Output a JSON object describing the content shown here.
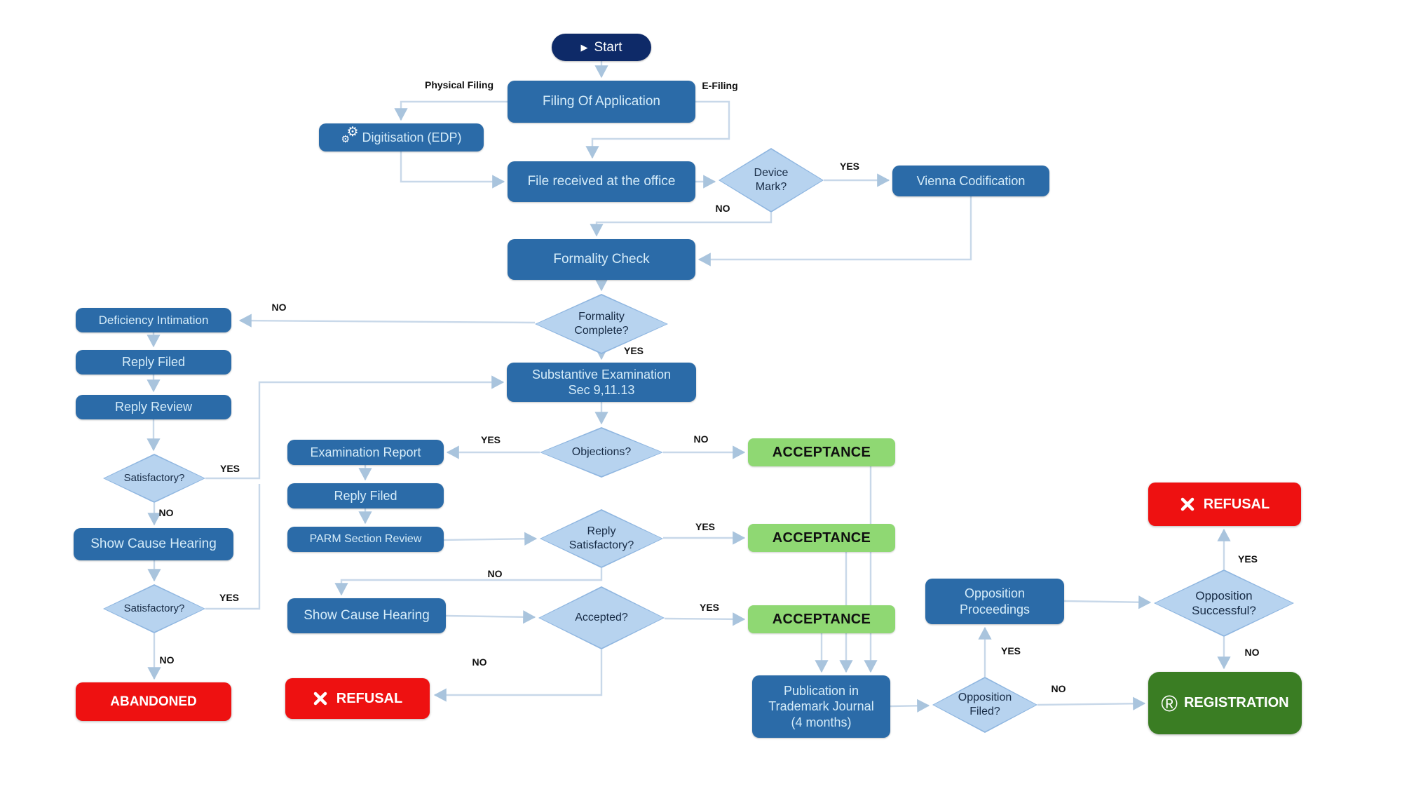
{
  "colors": {
    "start_navy": "#0e2a68",
    "node_blue": "#2b6ba8",
    "node_text": "#d5ecf9",
    "diamond_fill": "#b7d3ef",
    "diamond_edge": "#8fb6e0",
    "diamond_text": "#182c46",
    "green_light": "#8fd873",
    "green_dark": "#3a7d23",
    "red": "#ee1111",
    "line": "#c8d8e9",
    "arrow": "#a9c4dd",
    "label_text": "#111111"
  },
  "icons": {
    "play": "▶",
    "gear": "⚙",
    "registered": "®"
  },
  "nodes": {
    "start": {
      "label": "Start"
    },
    "filing": {
      "label": "Filing Of Application"
    },
    "digitisation": {
      "label": "Digitisation (EDP)"
    },
    "file_received": {
      "label": "File received at the office"
    },
    "device_mark": {
      "label": "Device\nMark?"
    },
    "vienna": {
      "label": "Vienna Codification"
    },
    "formality_check": {
      "label": "Formality Check"
    },
    "formality_complete": {
      "label": "Formality\nComplete?"
    },
    "deficiency": {
      "label": "Deficiency Intimation"
    },
    "reply_filed_left": {
      "label": "Reply Filed"
    },
    "reply_review": {
      "label": "Reply Review"
    },
    "satisfactory1": {
      "label": "Satisfactory?"
    },
    "show_cause_left": {
      "label": "Show Cause Hearing"
    },
    "satisfactory2": {
      "label": "Satisfactory?"
    },
    "abandoned": {
      "label": "ABANDONED"
    },
    "substantive": {
      "label": "Substantive Examination\nSec 9,11.13"
    },
    "objections": {
      "label": "Objections?"
    },
    "exam_report": {
      "label": "Examination Report"
    },
    "reply_filed_mid": {
      "label": "Reply Filed"
    },
    "parm": {
      "label": "PARM Section Review"
    },
    "reply_satisfactory": {
      "label": "Reply\nSatisfactory?"
    },
    "acceptance1": {
      "label": "ACCEPTANCE"
    },
    "acceptance2": {
      "label": "ACCEPTANCE"
    },
    "show_cause_mid": {
      "label": "Show Cause Hearing"
    },
    "accepted": {
      "label": "Accepted?"
    },
    "acceptance3": {
      "label": "ACCEPTANCE"
    },
    "refusal_mid": {
      "label": "REFUSAL"
    },
    "publication": {
      "label": "Publication in\nTrademark Journal\n(4 months)"
    },
    "opposition_filed": {
      "label": "Opposition\nFiled?"
    },
    "opposition_proceedings": {
      "label": "Opposition\nProceedings"
    },
    "opposition_successful": {
      "label": "Opposition\nSuccessful?"
    },
    "refusal_top": {
      "label": "REFUSAL"
    },
    "registration": {
      "label": "REGISTRATION"
    }
  },
  "edge_labels": {
    "physical_filing": "Physical Filing",
    "e_filing": "E-Filing",
    "device_yes": "YES",
    "device_no": "NO",
    "formality_no": "NO",
    "formality_yes": "YES",
    "sat1_yes": "YES",
    "sat1_no": "NO",
    "sat2_yes": "YES",
    "sat2_no": "NO",
    "objections_yes": "YES",
    "objections_no": "NO",
    "reply_sat_yes": "YES",
    "reply_sat_no": "NO",
    "accepted_yes": "YES",
    "accepted_no": "NO",
    "opp_filed_yes": "YES",
    "opp_filed_no": "NO",
    "opp_succ_yes": "YES",
    "opp_succ_no": "NO"
  }
}
